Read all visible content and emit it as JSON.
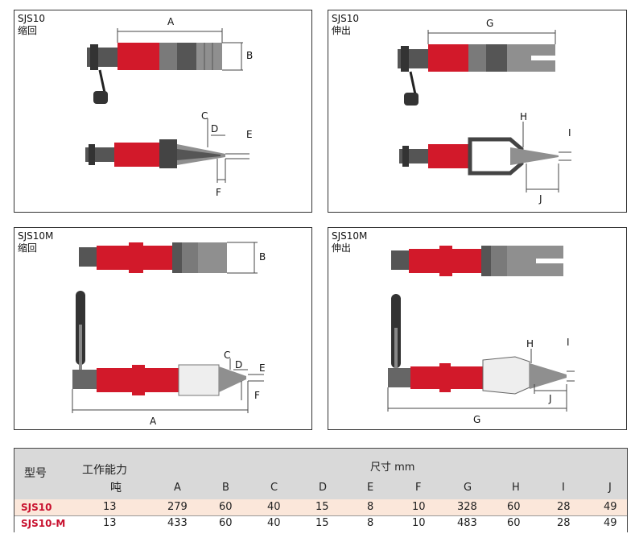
{
  "panels": [
    {
      "id": "p1",
      "model": "SJS10",
      "state": "缩回",
      "dims": [
        "A",
        "B",
        "C",
        "D",
        "E",
        "F"
      ]
    },
    {
      "id": "p2",
      "model": "SJS10",
      "state": "伸出",
      "dims": [
        "G",
        "H",
        "I",
        "J"
      ]
    },
    {
      "id": "p3",
      "model": "SJS10M",
      "state": "缩回",
      "dims": [
        "B",
        "C",
        "D",
        "E",
        "F",
        "A"
      ]
    },
    {
      "id": "p4",
      "model": "SJS10M",
      "state": "伸出",
      "dims": [
        "H",
        "I",
        "J",
        "G"
      ]
    }
  ],
  "table": {
    "col_model": "型号",
    "col_capacity": "工作能力",
    "col_capacity_unit": "吨",
    "group_header": "尺寸 mm",
    "dim_headers": [
      "A",
      "B",
      "C",
      "D",
      "E",
      "F",
      "G",
      "H",
      "I",
      "J"
    ],
    "rows": [
      {
        "model": "SJS10",
        "capacity": "13",
        "values": [
          "279",
          "60",
          "40",
          "15",
          "8",
          "10",
          "328",
          "60",
          "28",
          "49"
        ]
      },
      {
        "model": "SJS10-M",
        "capacity": "13",
        "values": [
          "433",
          "60",
          "40",
          "15",
          "8",
          "10",
          "483",
          "60",
          "28",
          "49"
        ]
      }
    ]
  }
}
